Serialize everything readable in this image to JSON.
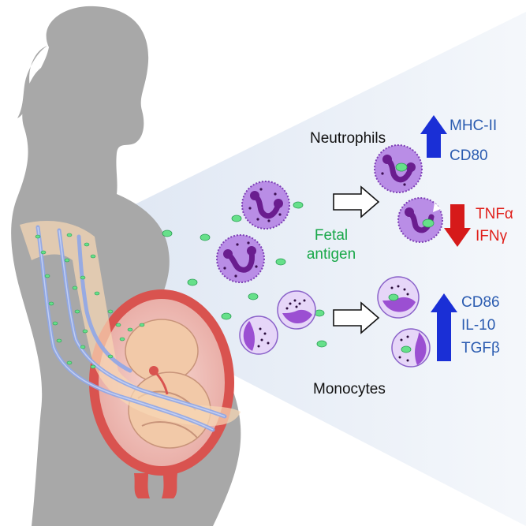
{
  "labels": {
    "neutrophils": "Neutrophils",
    "monocytes": "Monocytes",
    "fetal_antigen_line1": "Fetal",
    "fetal_antigen_line2": "antigen",
    "up_neutrophil_1": "MHC-II",
    "up_neutrophil_2": "CD80",
    "down_neutrophil_1": "TNFα",
    "down_neutrophil_2": "IFNγ",
    "up_monocyte_1": "CD86",
    "up_monocyte_2": "IL-10",
    "up_monocyte_3": "TGFβ"
  },
  "colors": {
    "silhouette": "#a8a8a8",
    "cone": "#e7edf6",
    "arm": "#f6d7b4",
    "vessel": "#8fa7e8",
    "antigen": "#66e08a",
    "cell": "#b98de6",
    "nucleus": "#6a1d8f",
    "monocyte_nucleus": "#9b4fd2",
    "uterus": "#d9534f",
    "fetus": "#f2c9a8",
    "up_arrow": "#1a2fd6",
    "down_arrow": "#d61a1a",
    "label_blue": "#2a5bb0",
    "label_red": "#e0201b",
    "label_green": "#1aa84a"
  }
}
